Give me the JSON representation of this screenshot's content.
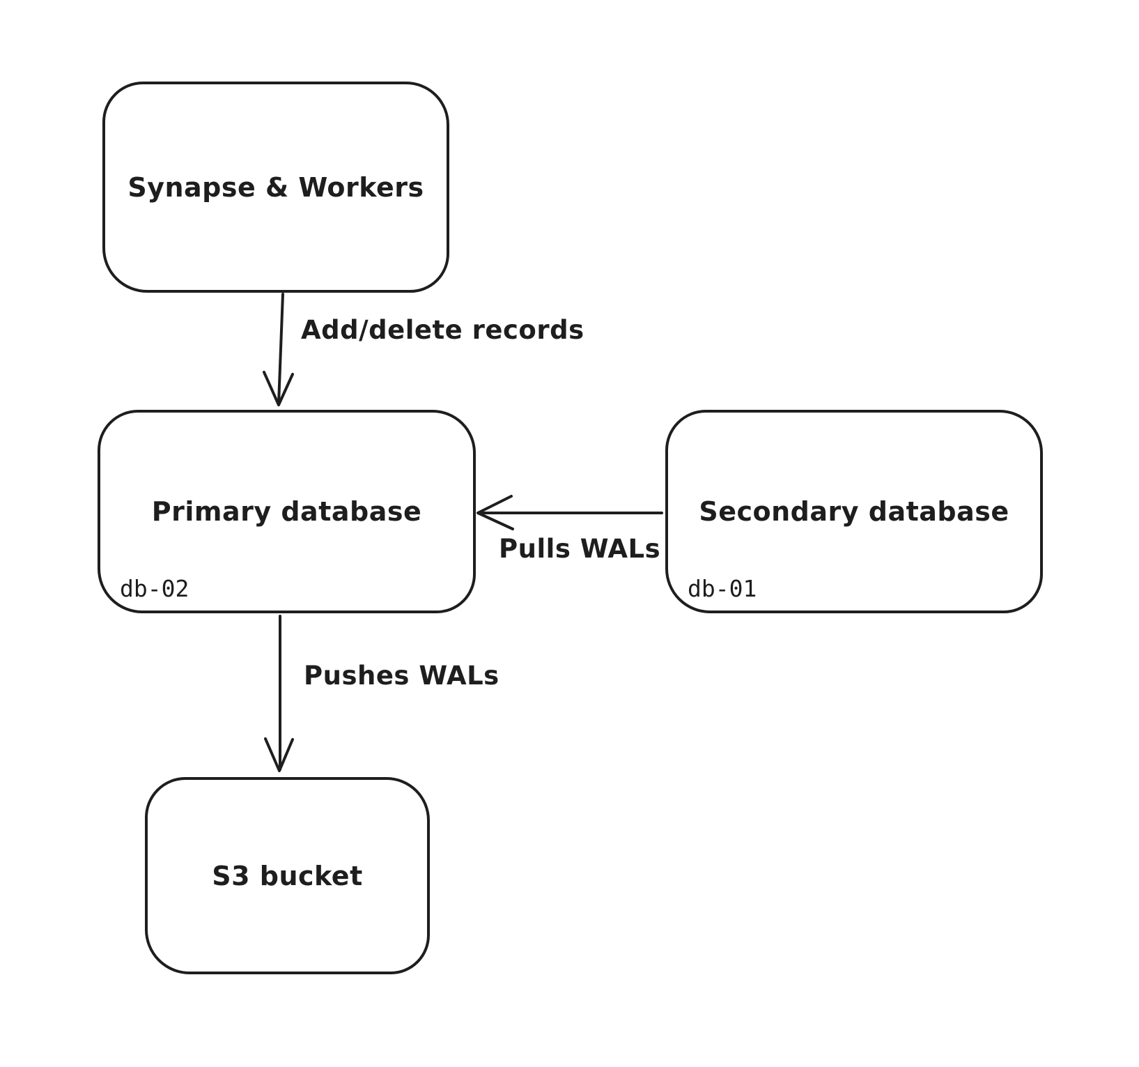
{
  "canvas": {
    "background_color": "#ffffff",
    "stroke_color": "#1e1e1e"
  },
  "nodes": {
    "synapse": {
      "label": "Synapse & Workers"
    },
    "primary": {
      "label": "Primary database",
      "id_tag": "db-02"
    },
    "secondary": {
      "label": "Secondary database",
      "id_tag": "db-01"
    },
    "s3": {
      "label": "S3 bucket"
    }
  },
  "edges": {
    "synapse_to_primary": {
      "label": "Add/delete records",
      "direction": "down"
    },
    "secondary_to_primary": {
      "label": "Pulls WALs",
      "direction": "left"
    },
    "primary_to_s3": {
      "label": "Pushes WALs",
      "direction": "down"
    }
  }
}
